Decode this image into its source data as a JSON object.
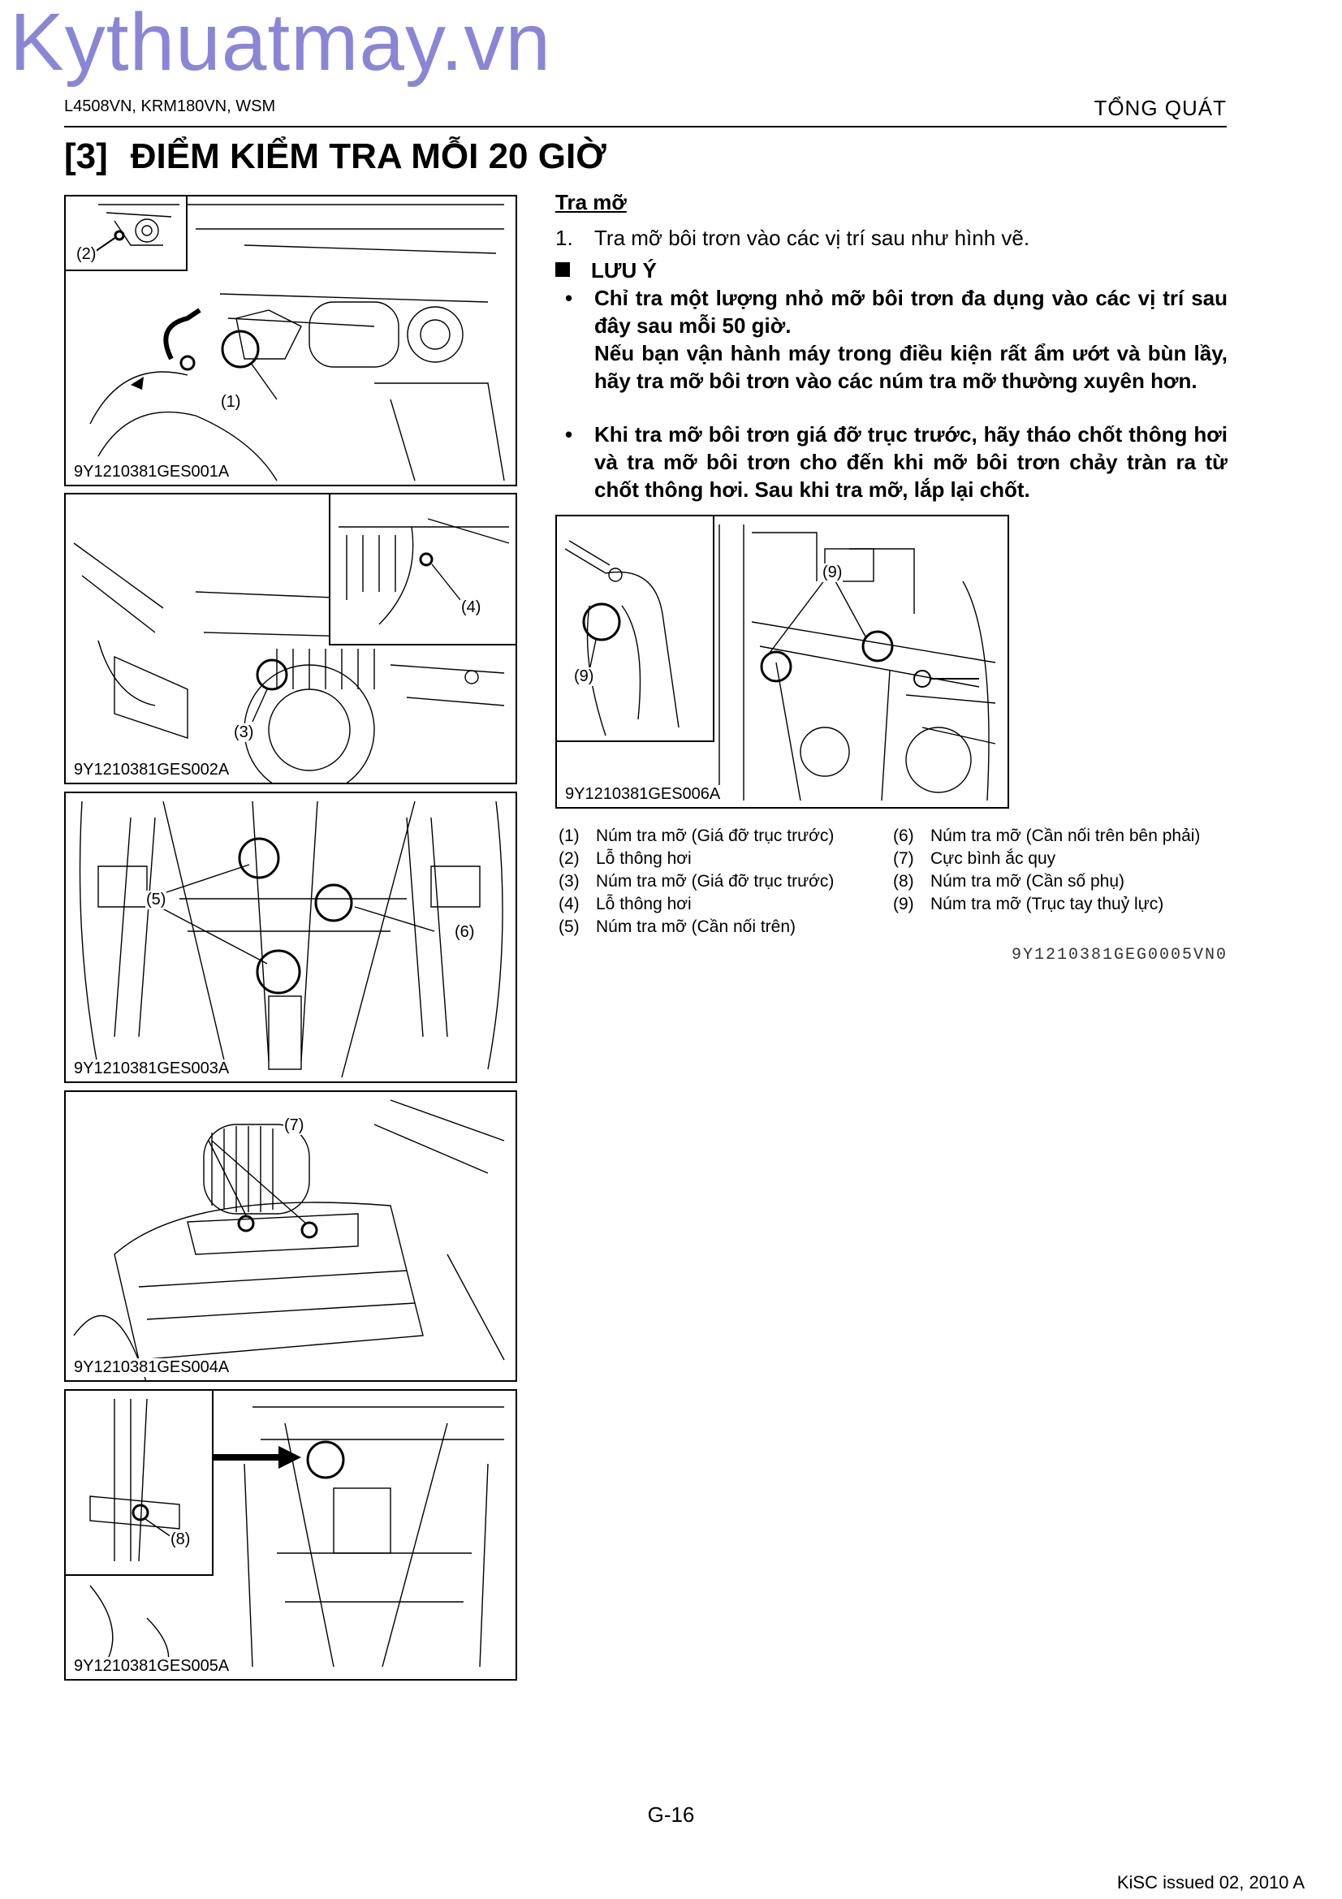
{
  "watermark": "Kythuatmay.vn",
  "header": {
    "models": "L4508VN, KRM180VN, WSM",
    "section": "TỔNG QUÁT"
  },
  "section_title": {
    "number": "[3]",
    "text": "ĐIỂM KIỂM TRA MỖI 20 GIỜ"
  },
  "figures": [
    {
      "code": "9Y1210381GES001A",
      "callouts": [
        "(2)",
        "(1)"
      ]
    },
    {
      "code": "9Y1210381GES002A",
      "callouts": [
        "(4)",
        "(3)"
      ]
    },
    {
      "code": "9Y1210381GES003A",
      "callouts": [
        "(5)",
        "(6)"
      ]
    },
    {
      "code": "9Y1210381GES004A",
      "callouts": [
        "(7)"
      ]
    },
    {
      "code": "9Y1210381GES005A",
      "callouts": [
        "(8)"
      ]
    },
    {
      "code": "9Y1210381GES006A",
      "callouts": [
        "(9)",
        "(9)"
      ]
    }
  ],
  "content": {
    "subtitle": "Tra mỡ",
    "step_number": "1.",
    "step_text": "Tra mỡ bôi trơn vào các vị trí sau như hình vẽ.",
    "note_label": "LƯU Ý",
    "bullet_symbol": "•",
    "bullet1": "Chỉ tra một lượng nhỏ mỡ bôi trơn đa dụng vào các vị trí sau đây sau mỗi 50 giờ.",
    "bullet1_extra": "Nếu bạn vận hành máy trong điều kiện rất ẩm ướt và bùn lầy, hãy tra mỡ bôi trơn vào các núm tra mỡ thường xuyên hơn.",
    "bullet2": "Khi tra mỡ bôi trơn giá đỡ trục trước, hãy tháo chốt thông hơi và tra mỡ bôi trơn cho đến khi mỡ bôi trơn chảy tràn ra từ chốt thông hơi. Sau khi tra mỡ, lắp lại chốt."
  },
  "legend": {
    "left": [
      {
        "key": "(1)",
        "label": "Núm tra mỡ (Giá đỡ trục trước)"
      },
      {
        "key": "(2)",
        "label": "Lỗ thông hơi"
      },
      {
        "key": "(3)",
        "label": "Núm tra mỡ (Giá đỡ trục trước)"
      },
      {
        "key": "(4)",
        "label": "Lỗ thông hơi"
      },
      {
        "key": "(5)",
        "label": "Núm tra mỡ (Cần nối trên)"
      }
    ],
    "right": [
      {
        "key": "(6)",
        "label": "Núm tra mỡ (Cần nối trên bên phải)"
      },
      {
        "key": "(7)",
        "label": "Cực bình ắc quy"
      },
      {
        "key": "(8)",
        "label": "Núm tra mỡ (Cần số phụ)"
      },
      {
        "key": "(9)",
        "label": "Núm tra mỡ (Trục tay thuỷ lực)"
      }
    ]
  },
  "doc_code": "9Y1210381GEG0005VN0",
  "page_number": "G-16",
  "issued": "KiSC issued 02, 2010 A"
}
